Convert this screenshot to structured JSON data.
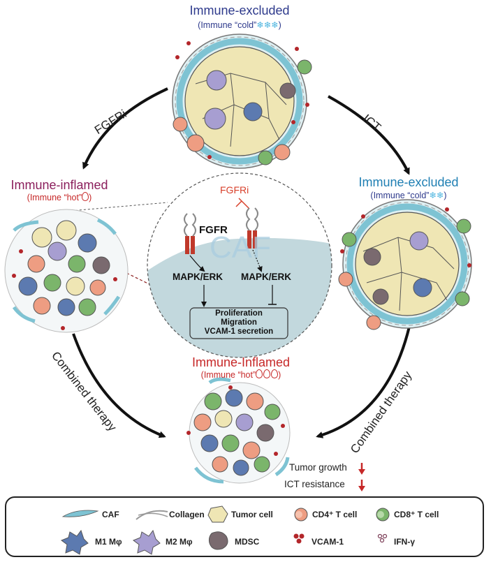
{
  "top": {
    "title": "Immune-excluded",
    "subtitle": "(Immune “cold”",
    "subtitle_icons": "❄❄❄",
    "subtitle_close": ")"
  },
  "left": {
    "title": "Immune-inflamed",
    "subtitle": "(Immune “hot”",
    "subtitle_close": ")"
  },
  "right": {
    "title": "Immune-excluded",
    "subtitle": "(Immune “cold”",
    "subtitle_icons": "❄❄",
    "subtitle_close": ")"
  },
  "bottom": {
    "title": "Immune-Inflamed",
    "subtitle": "(Immune “hot”",
    "subtitle_close": ")"
  },
  "arrows": {
    "top_left": "FGFRi",
    "top_right": "ICT",
    "bottom_left": "Combined therapy",
    "bottom_right": "Combined therapy"
  },
  "center": {
    "inhibitor": "FGFRi",
    "receptor": "FGFR",
    "cell_label": "CAF",
    "pathway_left": "MAPK/ERK",
    "pathway_right": "MAPK/ERK",
    "outputs": [
      "Proliferation",
      "Migration",
      "VCAM-1 secretion"
    ]
  },
  "outcomes": [
    {
      "label": "Tumor growth"
    },
    {
      "label": "ICT resistance"
    }
  ],
  "legend": {
    "items": [
      {
        "label": "CAF",
        "icon": "caf-icon"
      },
      {
        "label": "Collagen",
        "icon": "collagen-icon"
      },
      {
        "label": "Tumor cell",
        "icon": "tumor-cell-icon"
      },
      {
        "label": "CD4⁺ T cell",
        "icon": "cd4-t-cell-icon"
      },
      {
        "label": "CD8⁺ T cell",
        "icon": "cd8-t-cell-icon"
      },
      {
        "label": "M1 Mφ",
        "icon": "m1-macrophage-icon"
      },
      {
        "label": "M2 Mφ",
        "icon": "m2-macrophage-icon"
      },
      {
        "label": "MDSC",
        "icon": "mdsc-icon"
      },
      {
        "label": "VCAM-1",
        "icon": "vcam1-icon"
      },
      {
        "label": "IFN-γ",
        "icon": "ifn-gamma-icon"
      }
    ]
  },
  "colors": {
    "cold_title": "#2e3a8c",
    "right_title": "#1f7fb3",
    "hot_title": "#8b1f5c",
    "bottom_title": "#c62828",
    "inhibitor": "#d8402b",
    "caf_blue": "#7ec3d3",
    "tumor": "#efe6b4",
    "cd4": "#ee9d82",
    "cd8": "#7bb56b",
    "m1": "#5c7ab0",
    "m2": "#a79ed1",
    "mdsc": "#7a6a6f",
    "vcam": "#b3262a",
    "down_arrow": "#c62828"
  }
}
